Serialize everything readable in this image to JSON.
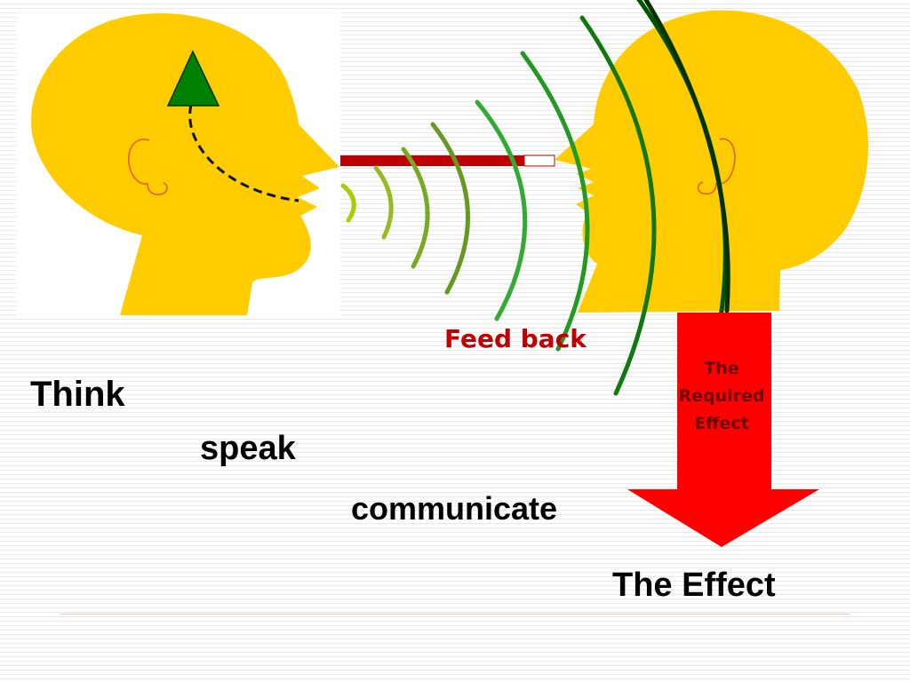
{
  "labels": {
    "think": "Think",
    "speak": "speak",
    "communicate": "communicate",
    "the_effect": "The Effect",
    "feed_back": "Feed back",
    "required_effect": [
      "The",
      "Required",
      "Effect"
    ]
  },
  "colors": {
    "head_fill": "#ffcc00",
    "thought_triangle": "#008000",
    "feedback_bar": "#c00000",
    "effect_arrow": "#ff0000",
    "feedback_text": "#c00000",
    "sound_waves": [
      "#aacc00",
      "#99bb22",
      "#77aa22",
      "#669922",
      "#33aa33",
      "#229922",
      "#117711",
      "#005500",
      "#003300"
    ]
  },
  "icons": {
    "left_head": "speaker-head-icon",
    "right_head": "listener-head-icon",
    "thought": "triangle-up-icon",
    "effect": "arrow-down-icon"
  }
}
